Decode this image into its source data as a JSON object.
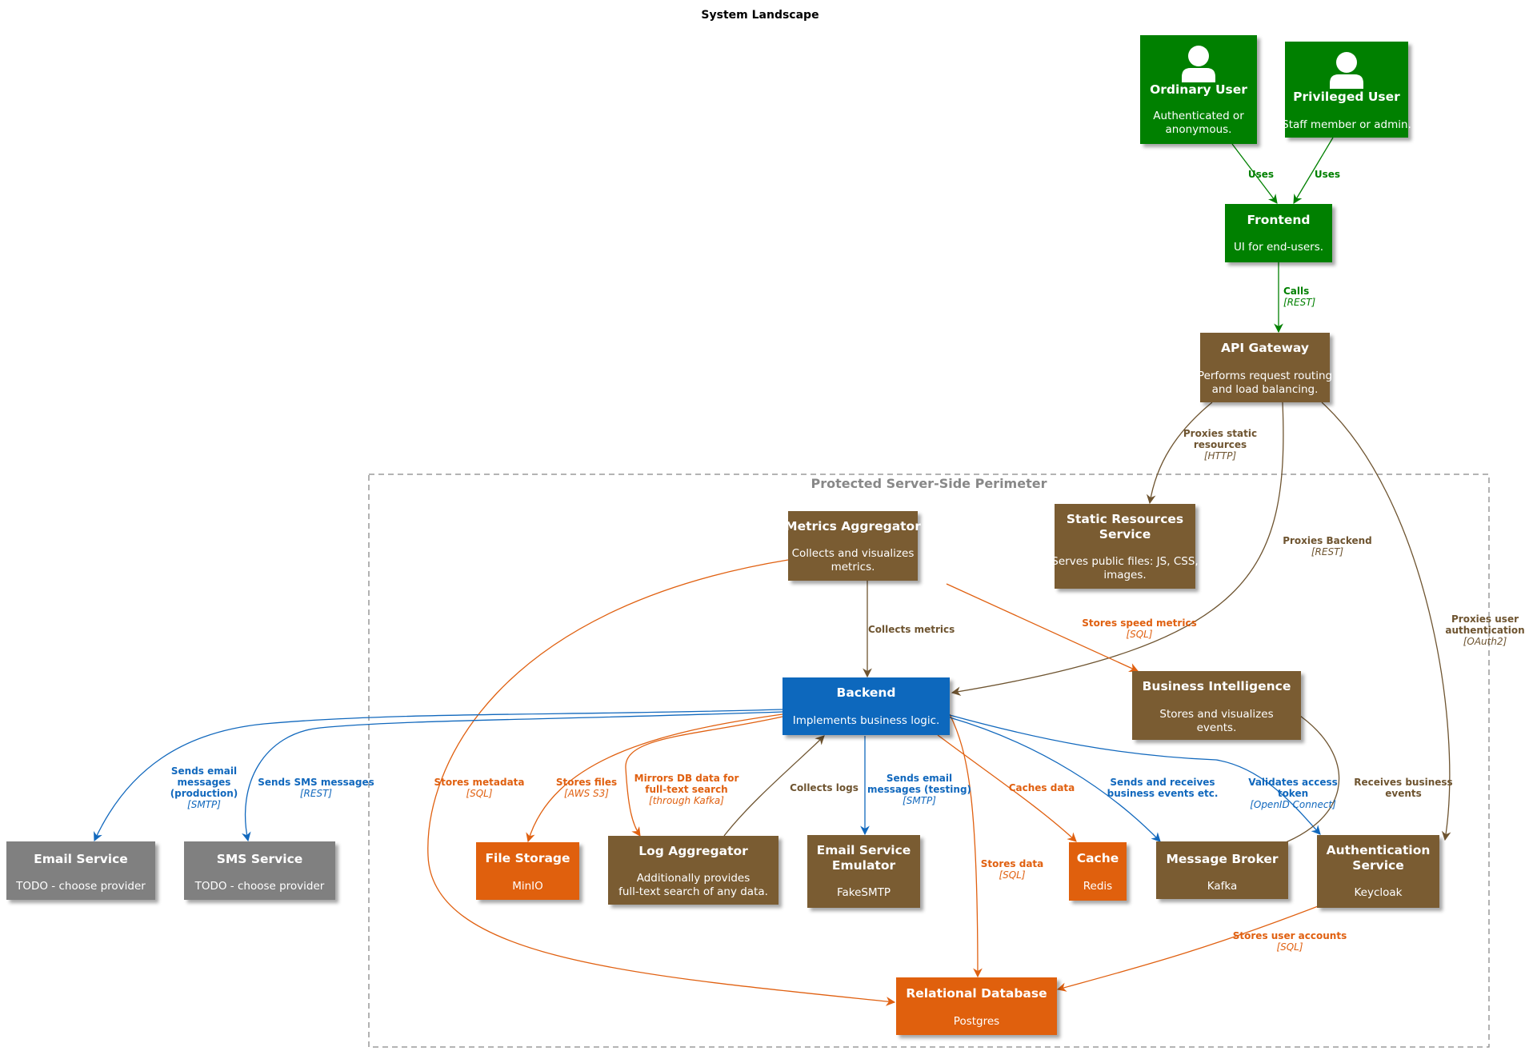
{
  "title": "System Landscape",
  "boundary": {
    "label": "Protected Server-Side Perimeter"
  },
  "colors": {
    "person": "#008000",
    "system": "#7a5c33",
    "backend": "#1168bd",
    "storage": "#e06010",
    "external": "#808080",
    "boundary": "#888888"
  },
  "nodes": {
    "ordinary_user": {
      "title": [
        "Ordinary User"
      ],
      "desc": [
        "Authenticated or",
        "anonymous."
      ]
    },
    "privileged_user": {
      "title": [
        "Privileged User"
      ],
      "desc": [
        "Staff member or admin."
      ]
    },
    "frontend": {
      "title": [
        "Frontend"
      ],
      "desc": [
        "UI for end-users."
      ]
    },
    "api_gateway": {
      "title": [
        "API Gateway"
      ],
      "desc": [
        "Performs request routing",
        "and load balancing."
      ]
    },
    "static_resources": {
      "title": [
        "Static Resources",
        "Service"
      ],
      "desc": [
        "Serves public files: JS, CSS,",
        "images."
      ]
    },
    "metrics_aggregator": {
      "title": [
        "Metrics Aggregator"
      ],
      "desc": [
        "Collects and visualizes",
        "metrics."
      ]
    },
    "backend": {
      "title": [
        "Backend"
      ],
      "desc": [
        "Implements business logic."
      ]
    },
    "business_intelligence": {
      "title": [
        "Business Intelligence"
      ],
      "desc": [
        "Stores and visualizes",
        "events."
      ]
    },
    "email_service": {
      "title": [
        "Email Service"
      ],
      "desc": [
        "TODO - choose provider"
      ]
    },
    "sms_service": {
      "title": [
        "SMS Service"
      ],
      "desc": [
        "TODO - choose provider"
      ]
    },
    "file_storage": {
      "title": [
        "File Storage"
      ],
      "desc": [
        "MinIO"
      ]
    },
    "log_aggregator": {
      "title": [
        "Log Aggregator"
      ],
      "desc": [
        "Additionally provides",
        "full-text search of any data."
      ]
    },
    "email_emulator": {
      "title": [
        "Email Service",
        "Emulator"
      ],
      "desc": [
        "FakeSMTP"
      ]
    },
    "cache": {
      "title": [
        "Cache"
      ],
      "desc": [
        "Redis"
      ]
    },
    "message_broker": {
      "title": [
        "Message Broker"
      ],
      "desc": [
        "Kafka"
      ]
    },
    "auth_service": {
      "title": [
        "Authentication",
        "Service"
      ],
      "desc": [
        "Keycloak"
      ]
    },
    "relational_db": {
      "title": [
        "Relational Database"
      ],
      "desc": [
        "Postgres"
      ]
    }
  },
  "edges": {
    "e_ou_fe": {
      "label": [
        "Uses"
      ],
      "tech": ""
    },
    "e_pu_fe": {
      "label": [
        "Uses"
      ],
      "tech": ""
    },
    "e_fe_api": {
      "label": [
        "Calls"
      ],
      "tech": "[REST]"
    },
    "e_api_static": {
      "label": [
        "Proxies static",
        "resources"
      ],
      "tech": "[HTTP]"
    },
    "e_api_backend": {
      "label": [
        "Proxies Backend"
      ],
      "tech": "[REST]"
    },
    "e_api_auth": {
      "label": [
        "Proxies user",
        "authentication"
      ],
      "tech": "[OAuth2]"
    },
    "e_metrics_backend": {
      "label": [
        "Collects metrics"
      ],
      "tech": ""
    },
    "e_metrics_bi": {
      "label": [
        "Stores speed metrics"
      ],
      "tech": "[SQL]"
    },
    "e_metrics_db": {
      "label": [
        "Stores metadata"
      ],
      "tech": "[SQL]"
    },
    "e_backend_email": {
      "label": [
        "Sends email",
        "messages",
        "(production)"
      ],
      "tech": "[SMTP]"
    },
    "e_backend_sms": {
      "label": [
        "Sends SMS messages"
      ],
      "tech": "[REST]"
    },
    "e_backend_files": {
      "label": [
        "Stores files"
      ],
      "tech": "[AWS S3]"
    },
    "e_backend_log": {
      "label": [
        "Mirrors DB data for",
        "full-text search"
      ],
      "tech": "[through Kafka]"
    },
    "e_log_backend": {
      "label": [
        "Collects logs"
      ],
      "tech": ""
    },
    "e_backend_emul": {
      "label": [
        "Sends email",
        "messages (testing)"
      ],
      "tech": "[SMTP]"
    },
    "e_backend_db": {
      "label": [
        "Stores data"
      ],
      "tech": "[SQL]"
    },
    "e_backend_cache": {
      "label": [
        "Caches data"
      ],
      "tech": ""
    },
    "e_backend_broker": {
      "label": [
        "Sends and receives",
        "business events etc."
      ],
      "tech": ""
    },
    "e_backend_auth": {
      "label": [
        "Validates access",
        "token"
      ],
      "tech": "[OpenID Connect]"
    },
    "e_bi_broker": {
      "label": [
        "Receives business",
        "events"
      ],
      "tech": ""
    },
    "e_auth_db": {
      "label": [
        "Stores user accounts"
      ],
      "tech": "[SQL]"
    }
  }
}
